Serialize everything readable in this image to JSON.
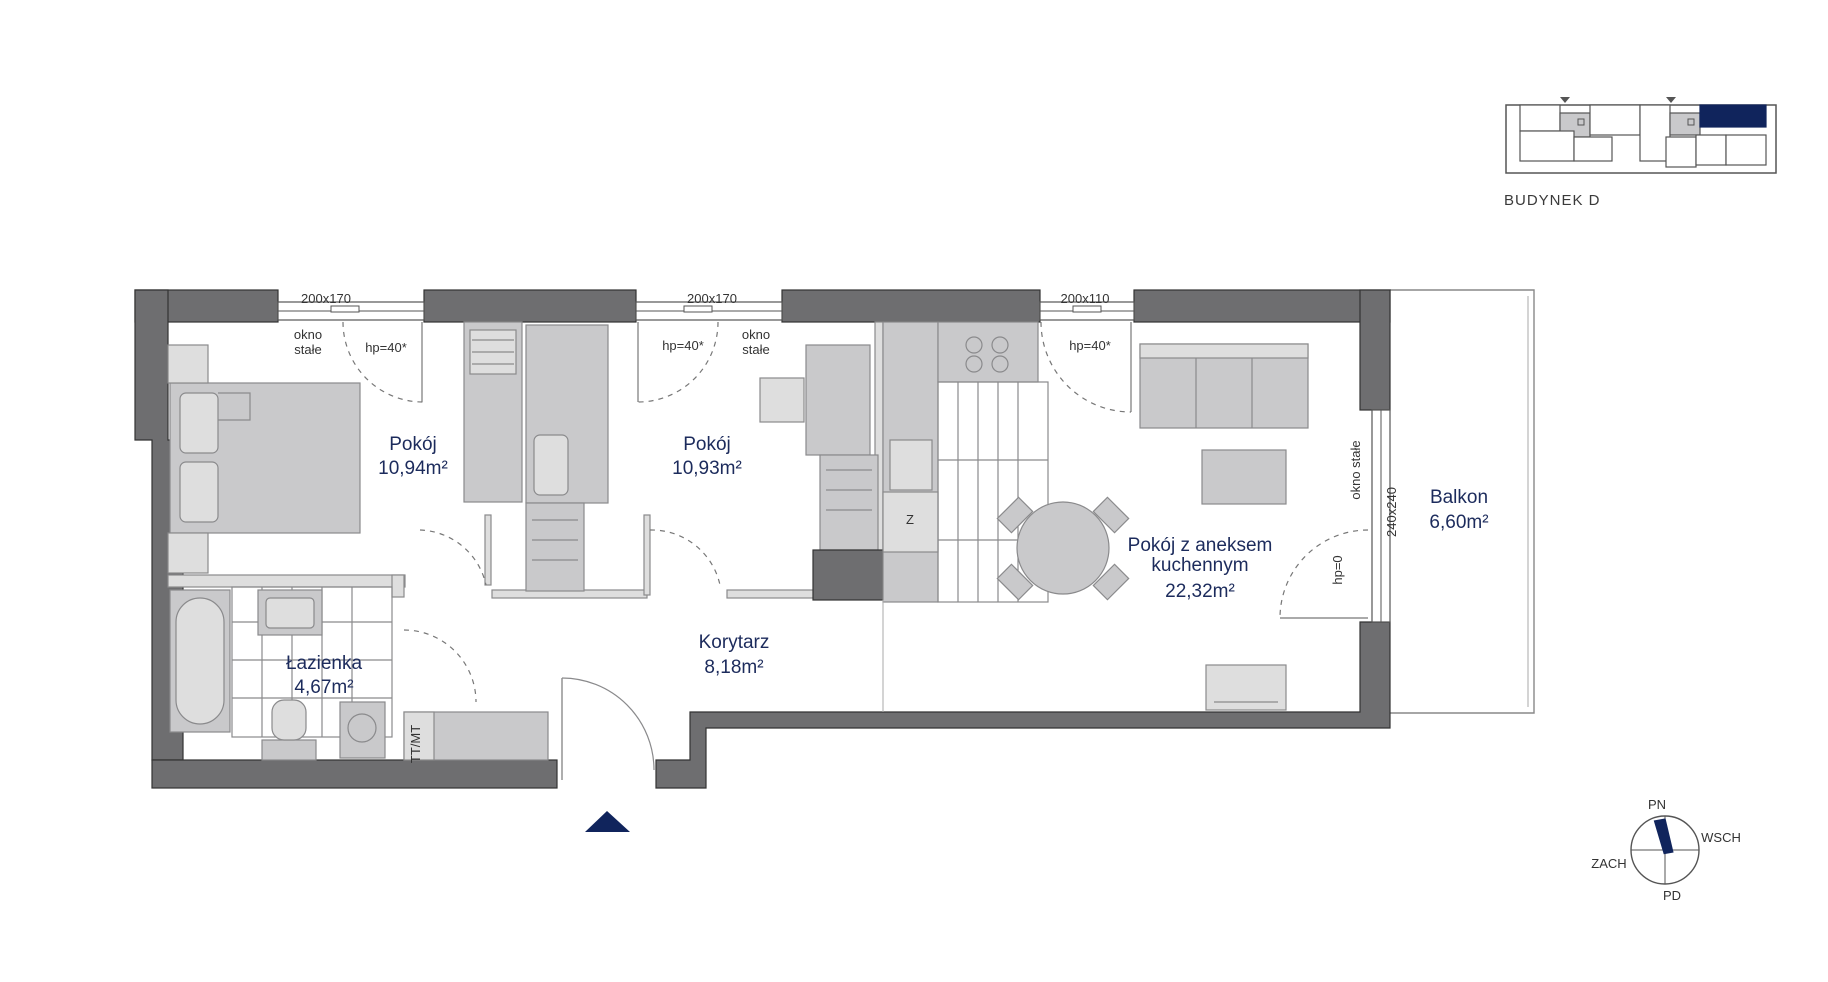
{
  "key_plan": {
    "label": "BUDYNEK D"
  },
  "rooms": {
    "pokoj1": {
      "name": "Pokój",
      "area": "10,94m²"
    },
    "pokoj2": {
      "name": "Pokój",
      "area": "10,93m²"
    },
    "salon": {
      "name_line1": "Pokój z aneksem",
      "name_line2": "kuchennym",
      "area": "22,32m²"
    },
    "lazienka": {
      "name": "Łazienka",
      "area": "4,67m²"
    },
    "korytarz": {
      "name": "Korytarz",
      "area": "8,18m²"
    },
    "balkon": {
      "name": "Balkon",
      "area": "6,60m²"
    }
  },
  "windows": {
    "w1": {
      "size": "200x170",
      "note_line1": "okno",
      "note_line2": "stałe",
      "hp": "hp=40*"
    },
    "w2": {
      "size": "200x170",
      "note_line1": "okno",
      "note_line2": "stałe",
      "hp": "hp=40*"
    },
    "w3": {
      "size": "200x110",
      "hp": "hp=40*"
    },
    "balcony_door": {
      "size": "240x240",
      "note": "okno stałe",
      "hp": "hp=0"
    }
  },
  "appliances": {
    "fridge": "Z",
    "washer": "TT/MT"
  },
  "compass": {
    "n": "PN",
    "e": "WSCH",
    "s": "PD",
    "w": "ZACH"
  },
  "colors": {
    "accent": "#1c2b5c",
    "wall": "#6e6e70",
    "furniture": "#c9c9cb"
  }
}
